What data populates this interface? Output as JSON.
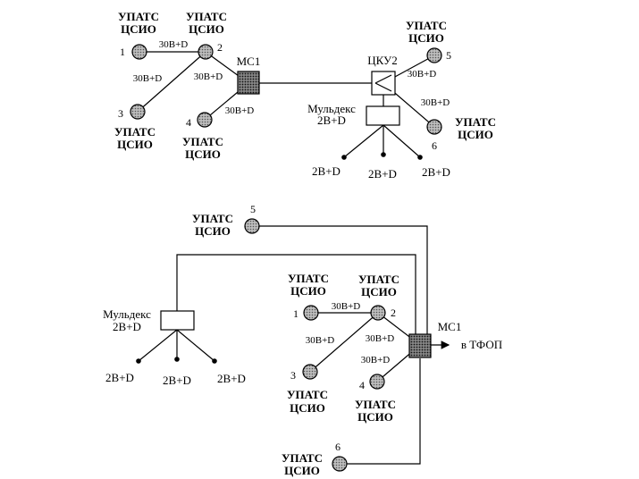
{
  "colors": {
    "line": "#000000",
    "node_fill": "#9a9a9a",
    "switch_fill": "#6b6b6b",
    "background": "#ffffff"
  },
  "icons": {
    "subscriber_node": "subscriber-node-icon",
    "switch_center": "switch-icon",
    "ccu": "ccu-icon",
    "muldex": "muldex-icon",
    "terminal_dot": "terminal-dot-icon",
    "arrow": "arrow-right-icon"
  },
  "top": {
    "node1": {
      "type": "УПАТС",
      "sub": "ЦСИО",
      "num": "1"
    },
    "node2": {
      "type": "УПАТС",
      "sub": "ЦСИО",
      "num": "2"
    },
    "node3": {
      "type": "УПАТС",
      "sub": "ЦСИО",
      "num": "3"
    },
    "node4": {
      "type": "УПАТС",
      "sub": "ЦСИО",
      "num": "4"
    },
    "node5": {
      "type": "УПАТС",
      "sub": "ЦСИО",
      "num": "5"
    },
    "node6": {
      "type": "УПАТС",
      "sub": "ЦСИО",
      "num": "6"
    },
    "link_1_2": "30B+D",
    "link_3_2": "30B+D",
    "link_2_ms": "30B+D",
    "link_4_ms": "30B+D",
    "link_5_cku": "30B+D",
    "link_6_cku": "30B+D",
    "ms_label": "МС1",
    "cku_label": "ЦКУ2",
    "muldex_line1": "Мульдекс",
    "muldex_line2": "2B+D",
    "out1": "2B+D",
    "out2": "2B+D",
    "out3": "2B+D"
  },
  "bottom": {
    "node1": {
      "type": "УПАТС",
      "sub": "ЦСИО",
      "num": "1"
    },
    "node2": {
      "type": "УПАТС",
      "sub": "ЦСИО",
      "num": "2"
    },
    "node3": {
      "type": "УПАТС",
      "sub": "ЦСИО",
      "num": "3"
    },
    "node4": {
      "type": "УПАТС",
      "sub": "ЦСИО",
      "num": "4"
    },
    "node5": {
      "type": "УПАТС",
      "sub": "ЦСИО",
      "num": "5"
    },
    "node6": {
      "type": "УПАТС",
      "sub": "ЦСИО",
      "num": "6"
    },
    "link_1_2": "30B+D",
    "link_3_2": "30B+D",
    "link_2_ms": "30B+D",
    "link_4_ms": "30B+D",
    "ms_label": "МС1",
    "ms_out": "в ТФОП",
    "muldex_line1": "Мульдекс",
    "muldex_line2": "2B+D",
    "out1": "2B+D",
    "out2": "2B+D",
    "out3": "2B+D"
  }
}
